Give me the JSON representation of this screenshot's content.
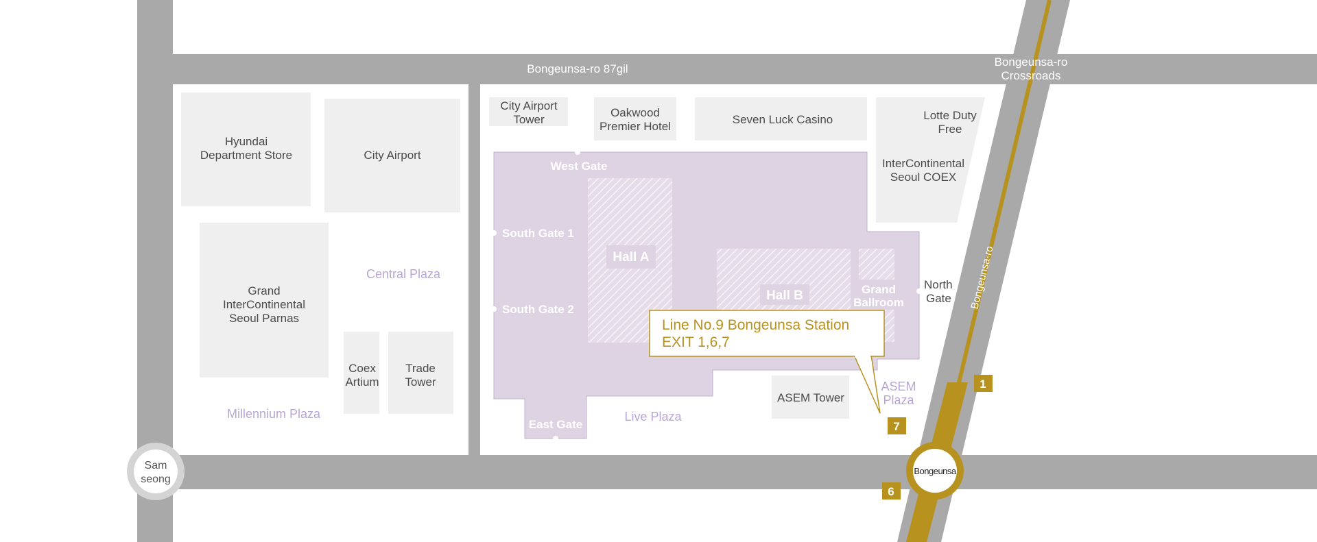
{
  "roads": {
    "top": "Bongeunsa-ro 87gil",
    "crossroads": [
      "Bongeunsa-ro",
      "Crossroads"
    ],
    "diagonal": "Bongeunsa-ro"
  },
  "buildings": {
    "hyundai": [
      "Hyundai",
      "Department Store"
    ],
    "city_airport": "City Airport",
    "grand_parnas": [
      "Grand",
      "InterContinental",
      "Seoul Parnas"
    ],
    "coex_artium": [
      "Coex",
      "Artium"
    ],
    "trade_tower": [
      "Trade",
      "Tower"
    ],
    "city_airport_tower": [
      "City Airport",
      "Tower"
    ],
    "oakwood": [
      "Oakwood",
      "Premier Hotel"
    ],
    "seven_luck": "Seven Luck Casino",
    "lotte": [
      "Lotte Duty",
      "Free"
    ],
    "intercontinental_coex": [
      "InterContinental",
      "Seoul COEX"
    ],
    "asem_tower": "ASEM Tower"
  },
  "plazas": {
    "central": "Central Plaza",
    "millennium": "Millennium Plaza",
    "live": "Live Plaza",
    "asem": [
      "ASEM",
      "Plaza"
    ]
  },
  "coex": {
    "gates": {
      "west": "West Gate",
      "south1": "South Gate 1",
      "south2": "South Gate 2",
      "east": "East Gate",
      "north": [
        "North",
        "Gate"
      ]
    },
    "halls": {
      "a": "Hall A",
      "b": "Hall B",
      "grand_ballroom": [
        "Grand",
        "Ballroom"
      ]
    }
  },
  "stations": {
    "samseong": [
      "Sam",
      "seong"
    ],
    "bongeunsa": "Bongeunsa"
  },
  "callout": {
    "line1": "Line No.9 Bongeunsa Station",
    "line2": "EXIT 1,6,7"
  },
  "exits": [
    "1",
    "7",
    "6"
  ],
  "colors": {
    "road": "#a9a9a9",
    "building": "#efefef",
    "coex": "#ddd3e3",
    "line9": "#b8921f",
    "plaza_text": "#b9a6d6"
  }
}
